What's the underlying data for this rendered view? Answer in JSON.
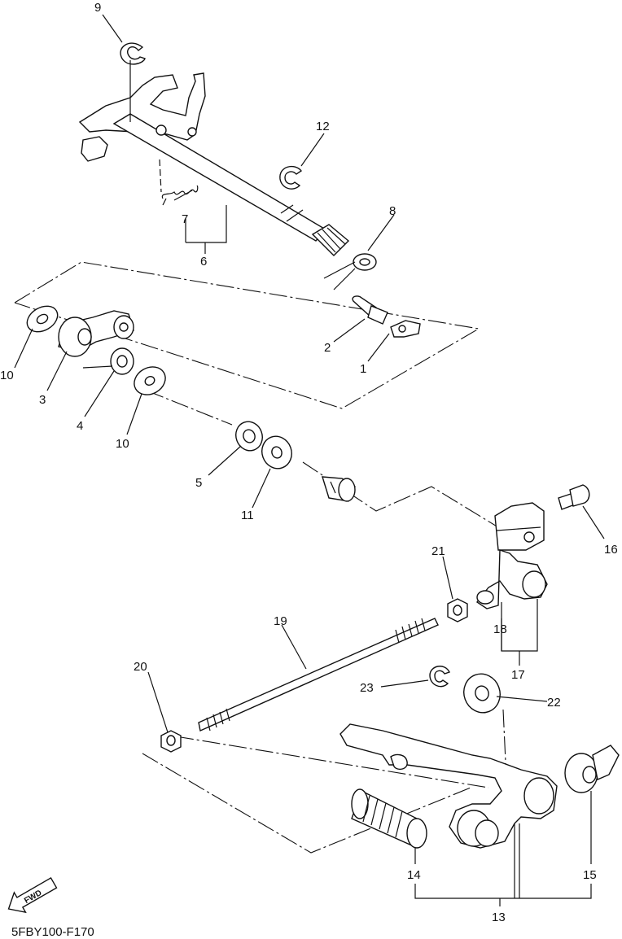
{
  "drawing_code": "5FBY100-F170",
  "fwd_label": "FWD",
  "callouts": {
    "c1": "1",
    "c2": "2",
    "c3": "3",
    "c4": "4",
    "c5": "5",
    "c6": "6",
    "c7": "7",
    "c8": "8",
    "c9": "9",
    "c10a": "10",
    "c10b": "10",
    "c11": "11",
    "c12": "12",
    "c13": "13",
    "c14": "14",
    "c15": "15",
    "c16": "16",
    "c17": "17",
    "c18": "18",
    "c19": "19",
    "c20": "20",
    "c21": "21",
    "c22": "22",
    "c23": "23"
  }
}
